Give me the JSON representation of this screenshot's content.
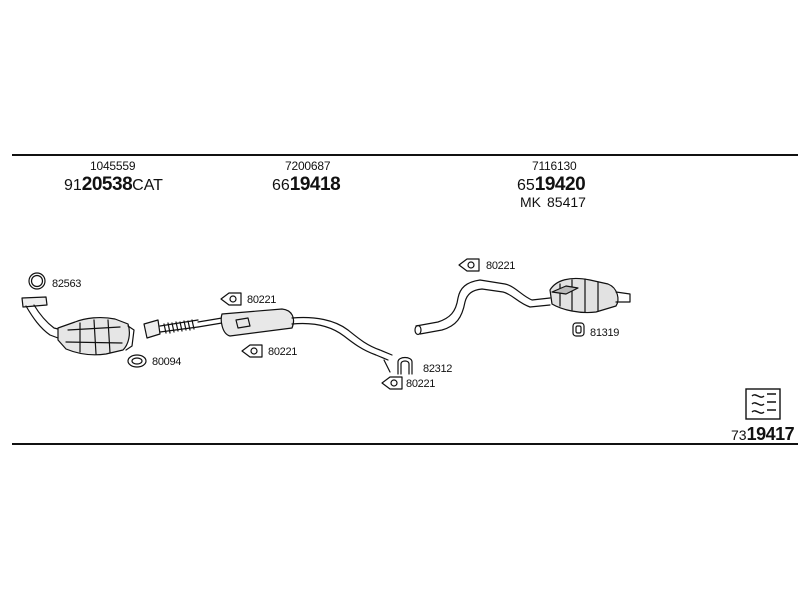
{
  "sections": [
    {
      "part_number": "1045559",
      "code_prefix": "91",
      "code_main": "20538",
      "code_suffix": "CAT"
    },
    {
      "part_number": "7200687",
      "code_prefix": "66",
      "code_main": "19418",
      "code_suffix": ""
    },
    {
      "part_number": "7116130",
      "code_prefix": "65",
      "code_main": "19420",
      "code_suffix": ""
    }
  ],
  "mk": {
    "prefix": "MK",
    "number": "85417"
  },
  "labels": {
    "ring_82563": "82563",
    "gasket_80094": "80094",
    "clamp_a_top": "80221",
    "clamp_a_bottom": "80221",
    "clamp_b": "80221",
    "bracket_82312": "82312",
    "clamp_c": "80221",
    "mount_81319": "81319"
  },
  "footer_code": {
    "prefix": "73",
    "main": "19417"
  }
}
